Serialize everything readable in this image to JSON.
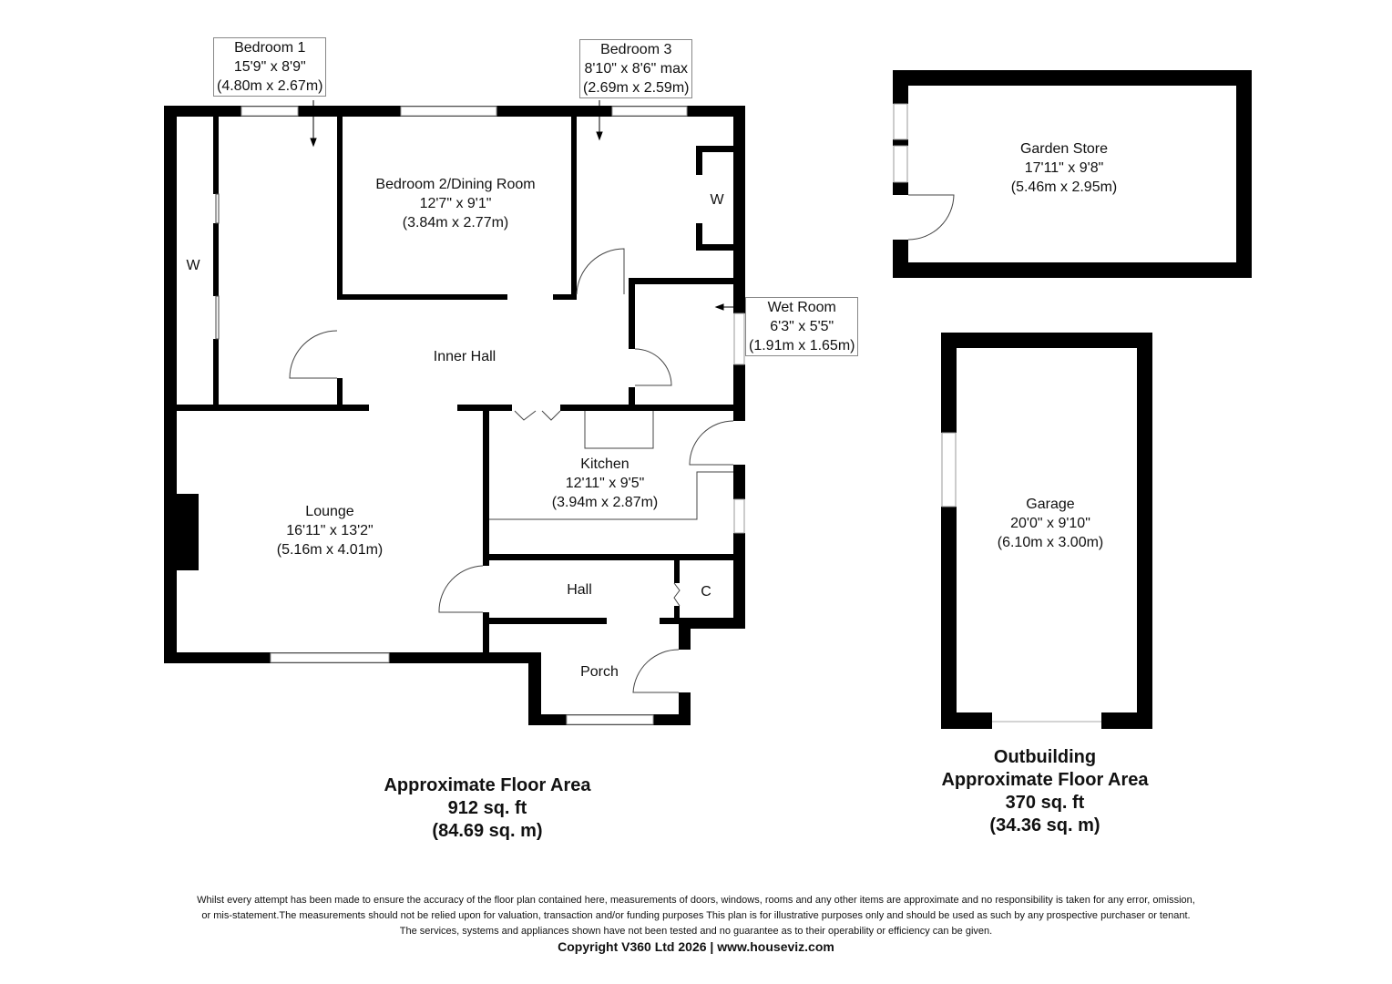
{
  "rooms": {
    "bedroom1": {
      "name": "Bedroom 1",
      "imperial": "15'9\" x 8'9\"",
      "metric": "(4.80m x 2.67m)"
    },
    "bedroom3": {
      "name": "Bedroom 3",
      "imperial": "8'10\" x 8'6\" max",
      "metric": "(2.69m x 2.59m)"
    },
    "bedroom2": {
      "name": "Bedroom 2/Dining Room",
      "imperial": "12'7\" x 9'1\"",
      "metric": "(3.84m x 2.77m)"
    },
    "wet_room": {
      "name": "Wet Room",
      "imperial": "6'3\" x 5'5\"",
      "metric": "(1.91m x 1.65m)"
    },
    "inner_hall": {
      "name": "Inner Hall"
    },
    "kitchen": {
      "name": "Kitchen",
      "imperial": "12'11\" x 9'5\"",
      "metric": "(3.94m x 2.87m)"
    },
    "lounge": {
      "name": "Lounge",
      "imperial": "16'11\" x 13'2\"",
      "metric": "(5.16m x 4.01m)"
    },
    "hall": {
      "name": "Hall"
    },
    "cupboard": {
      "name": "C"
    },
    "porch": {
      "name": "Porch"
    },
    "wardrobe1": {
      "name": "W"
    },
    "wardrobe3": {
      "name": "W"
    },
    "garden_store": {
      "name": "Garden Store",
      "imperial": "17'11\" x 9'8\"",
      "metric": "(5.46m x 2.95m)"
    },
    "garage": {
      "name": "Garage",
      "imperial": "20'0\" x 9'10\"",
      "metric": "(6.10m x 3.00m)"
    }
  },
  "areas": {
    "main": {
      "title": "Approximate Floor Area",
      "sqft": "912 sq. ft",
      "sqm": "(84.69 sq. m)"
    },
    "outbuilding": {
      "heading": "Outbuilding",
      "title": "Approximate Floor Area",
      "sqft": "370 sq. ft",
      "sqm": "(34.36 sq. m)"
    }
  },
  "disclaimer": {
    "line1": "Whilst every attempt has been made to ensure the accuracy of the floor plan contained here, measurements of doors, windows, rooms and any other items are approximate and no responsibility is taken for any error, omission,",
    "line2": "or mis-statement.The measurements should not be relied upon for valuation, transaction and/or funding purposes This plan is for illustrative purposes only and should be used as such by any prospective purchaser or tenant.",
    "line3": "The services, systems and appliances shown have not been tested and no guarantee as to their operability or efficiency can be given."
  },
  "copyright": "Copyright V360 Ltd 2026 | www.houseviz.com"
}
